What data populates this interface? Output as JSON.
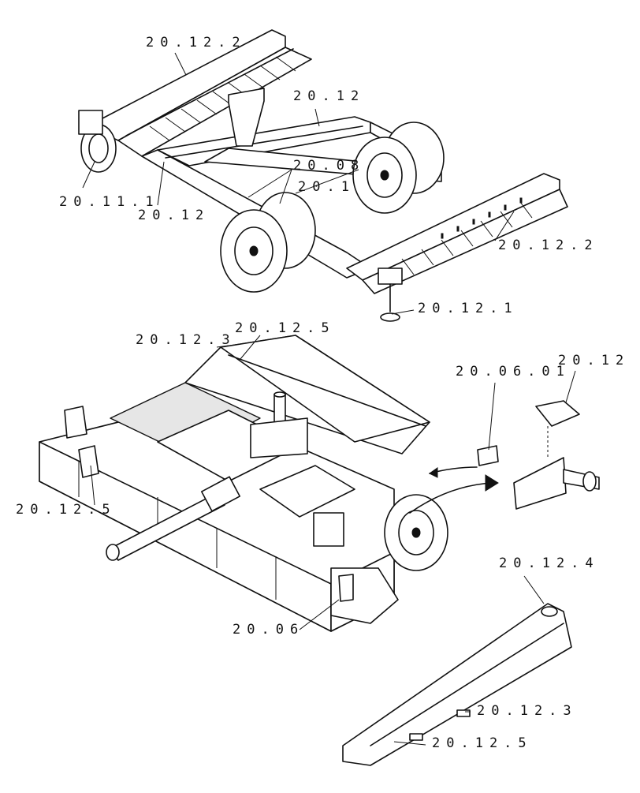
{
  "callouts": {
    "transport_rail_top": "20.12.2",
    "transport_center": "20.12",
    "transport_wheels": "20.08",
    "transport_wheel_hub": "20.1",
    "left_caster": "20.11.1",
    "left_pivot": "20.12",
    "right_rail": "20.12.2",
    "jack_stand": "20.12.1",
    "mower_hitch_bracket": "20.12.5",
    "mower_hitch_mount": "20.12.3",
    "wheel_hub_kit": "20.06.01",
    "axle_arm": "20.12",
    "mower_left_hitch": "20.12.5",
    "mower_deck": "20.06",
    "tongue_beam": "20.12.4",
    "tongue_bracket": "20.12.3",
    "tongue_lower_bracket": "20.12.5"
  },
  "colors": {
    "ink": "#111111",
    "paper": "#ffffff",
    "shade": "#e6e6e6"
  }
}
